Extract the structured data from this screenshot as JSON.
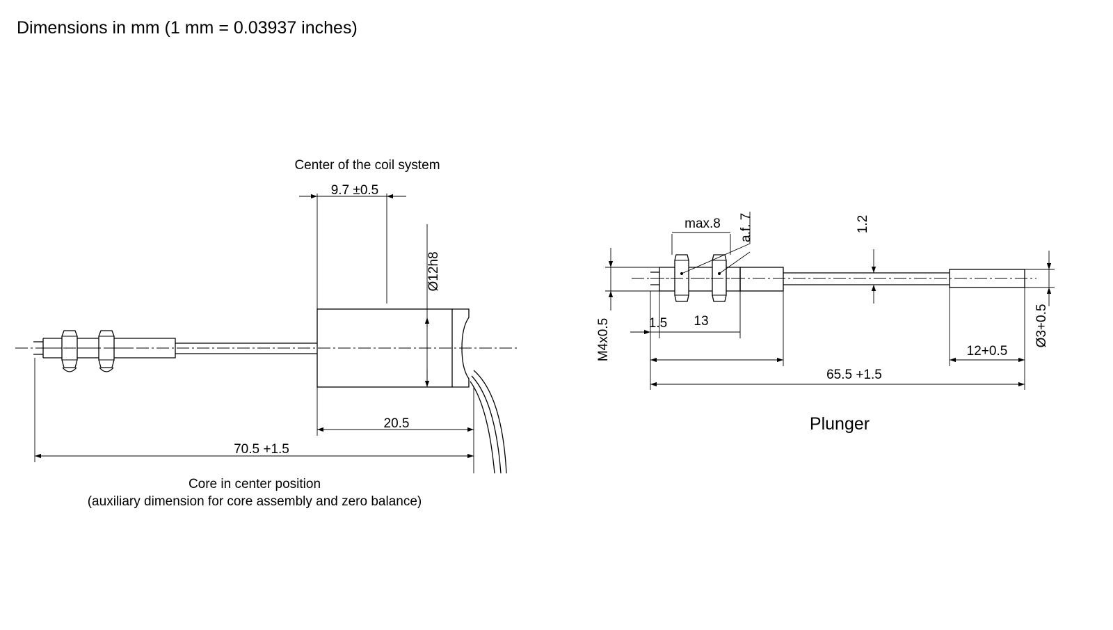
{
  "title": "Dimensions in mm (1 mm = 0.03937 inches)",
  "left_view": {
    "center_label": "Center of the coil system",
    "dim_center_offset": "9.7 ±0.5",
    "dim_diameter": "Ø12h8",
    "dim_body_length": "20.5",
    "dim_total_length": "70.5 +1.5",
    "caption_line1": "Core in center position",
    "caption_line2": "(auxiliary dimension for core assembly and zero balance)"
  },
  "right_view": {
    "dim_max": "max.8",
    "dim_af": "a.f. 7",
    "dim_gap": "1.2",
    "dim_thread": "M4x0.5",
    "dim_short": "1.5",
    "dim_nut_span": "13",
    "dim_sleeve": "12+0.5",
    "dim_total_length": "65.5 +1.5",
    "dim_diameter": "Ø3+0.5",
    "caption": "Plunger"
  }
}
